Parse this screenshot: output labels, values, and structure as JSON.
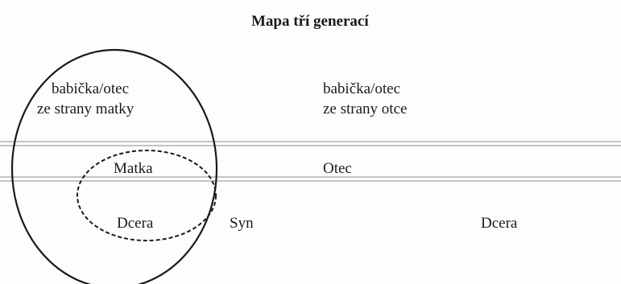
{
  "title": "Mapa tří generací",
  "generation_1": {
    "maternal_grandparent": [
      "babička/otec",
      "ze strany matky"
    ],
    "paternal_grandparent": [
      "babička/otec",
      "ze strany otce"
    ]
  },
  "generation_2": {
    "mother": "Matka",
    "father": "Otec"
  },
  "generation_3": {
    "daughter_1": "Dcera",
    "son": "Syn",
    "daughter_2": "Dcera"
  },
  "colors": {
    "ink": "#1a1a1a",
    "separator": "#8a8a8a",
    "background": "#fdfdfc"
  }
}
